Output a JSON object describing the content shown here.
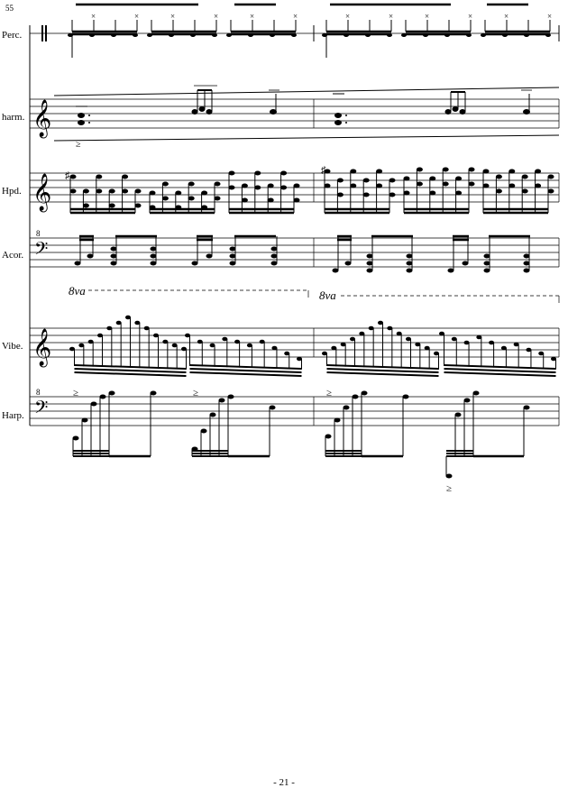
{
  "page": {
    "measure_number": "55",
    "page_number": "- 21 -"
  },
  "instruments": [
    {
      "id": "perc",
      "name": "Perc."
    },
    {
      "id": "harm",
      "name": "harm."
    },
    {
      "id": "hpd",
      "name": "Hpd."
    },
    {
      "id": "acor",
      "name": "Acor."
    },
    {
      "id": "vibe",
      "name": "Vibe."
    },
    {
      "id": "harp",
      "name": "Harp."
    }
  ],
  "marks": {
    "ottava": "8va",
    "clef_octave": "8",
    "accent": "≥"
  }
}
